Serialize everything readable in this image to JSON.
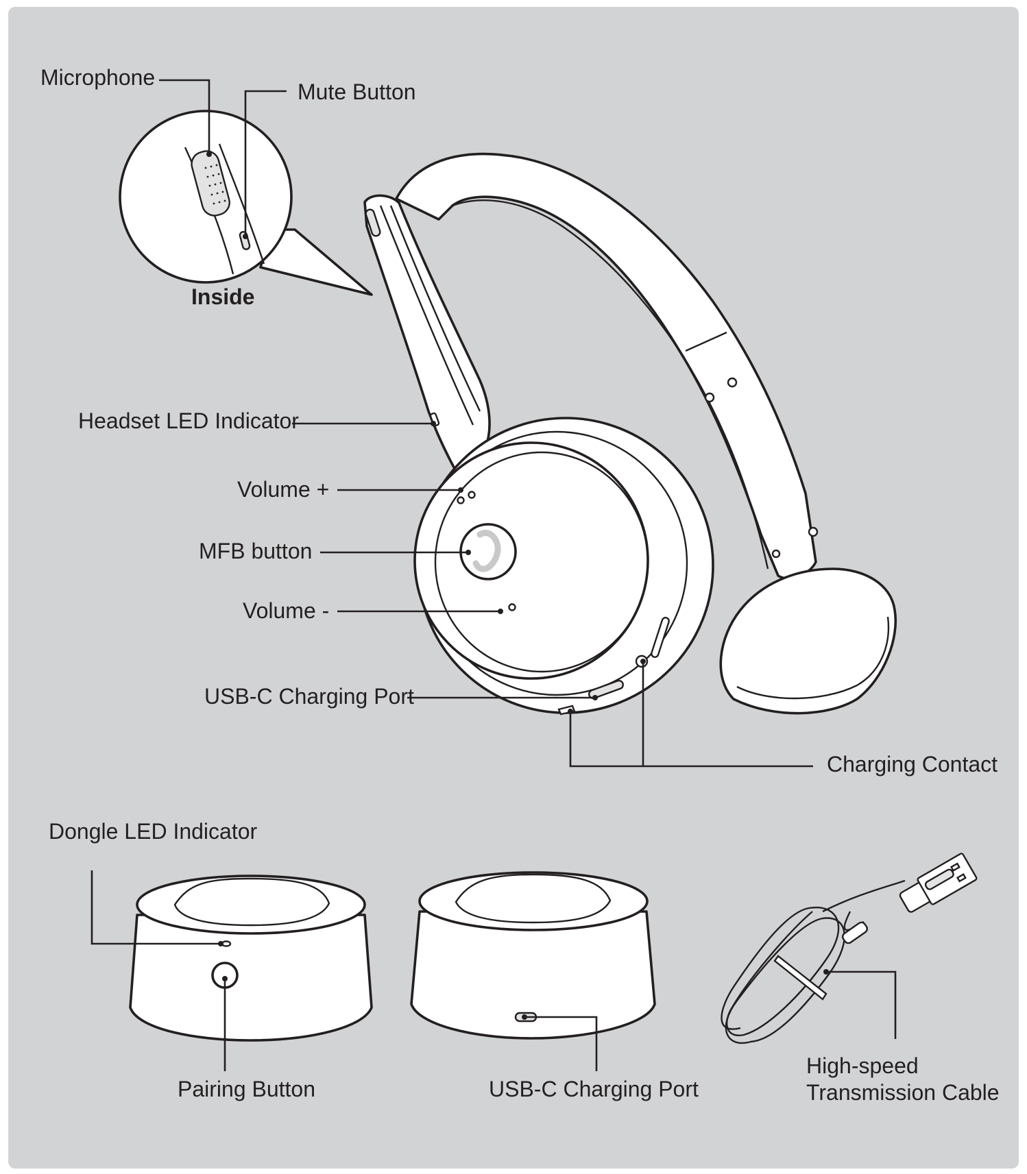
{
  "colors": {
    "background": "#d2d3d5",
    "outer": "#ffffff",
    "ink": "#231f20",
    "body": "#ffffff"
  },
  "labels": {
    "microphone": "Microphone",
    "mute_button": "Mute Button",
    "inside": "Inside",
    "headset_led": "Headset LED Indicator",
    "volume_up": "Volume +",
    "mfb_button": "MFB button",
    "volume_down": "Volume -",
    "usbc_headset": "USB-C Charging Port",
    "charging_contact": "Charging Contact",
    "dongle_led": "Dongle LED Indicator",
    "pairing_button": "Pairing Button",
    "usbc_base": "USB-C Charging Port",
    "cable_line1": "High-speed",
    "cable_line2": "Transmission Cable"
  }
}
